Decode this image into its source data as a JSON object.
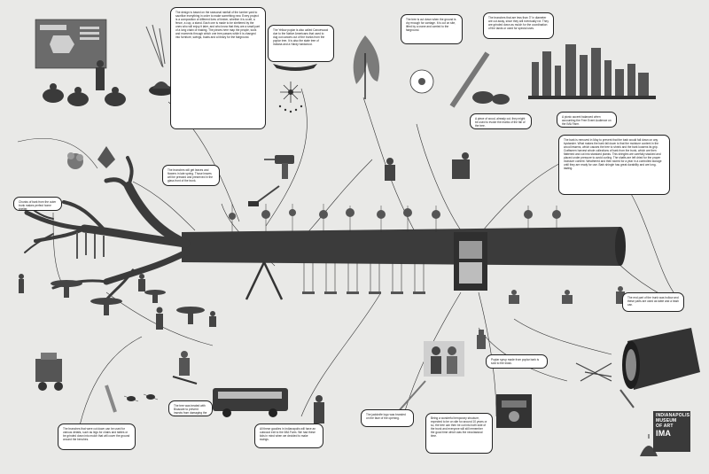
{
  "colors": {
    "background": "#e9e9e7",
    "ink": "#222222",
    "connector": "#333333",
    "tree": "#3b3b3b",
    "note_fill": "#ffffff"
  },
  "notes": [
    {
      "id": "n1",
      "text": "The design is based on the seasonal rainfall of the lumber yard to sacrifice everything in order to make something new. Every project is a composition of different lives of timber, whether it is a raft, a fence, a cup, a stand. Each one is made to be sheltered by the ones who will enjoy it later, and who know that they are a small part of a long chain of making. The pieces here map the people, tools and moments through which one tree passes while it is changed into furniture, swings, boats and a library for the fairground."
    },
    {
      "id": "n2",
      "text": "The Yellow poplar is also called Canoewood due to the Native Americans that used to dug out canoes out of the trunks from the poplar tree. It is also the state tree of Indiana and a Hardy hardwood."
    },
    {
      "id": "n3",
      "text": "The tree is cut down when the ground is dry enough for carriage. It is cut on site, lifted by a crane and carried to the fairground."
    },
    {
      "id": "n4",
      "text": "The branches that are less than 3\" in diameter are cut away, since they will eventually rot. They are grinded down as mulch for the coordination of the lands or used for special uses."
    },
    {
      "id": "n5",
      "text": "A piece of wood, already cut, they might be used to evoke the marks of the fall of the tree."
    },
    {
      "id": "n6",
      "text": "A picnic accent balanced when accounting the Free Event Audience on the IMA Farm."
    },
    {
      "id": "n7",
      "text": "The bark is removed in May to prevent that the bark would fall down on any bystander. What makes the bark fall down is that the moisture content in the wood lessens, which causes the tree to shrink and the bark loosens its grip. Craftsmen harvest whole collections of bark from the trunk, which are then flattened and cut into standard planks. This shingles are carefully stacked and placed under pressure to avoid curling. The shafts are left dried for the proper moisture content. Weathered and then stored for a year in a controlled storage until they are ready for use. Bark shingle has great durability and are long-lasting."
    },
    {
      "id": "n8",
      "text": "The branches will get leaves and flowers in late spring. Those leaves will be pressed and preserved in the glass front of the trunk."
    },
    {
      "id": "n9",
      "text": "Chunks of bark from the outer trunk makes perfect home shelter."
    },
    {
      "id": "n10",
      "text": "The end part of the trunk was hollow and these parts are used as table and a trash can."
    },
    {
      "id": "n11",
      "text": "Poplar syrup made from poplar bark is sold to the kiosk."
    },
    {
      "id": "n12",
      "text": "The tree was treated with Bioacare to prevent insects from damaging the tree."
    },
    {
      "id": "n13",
      "text": "The branches that were cut down can be used for various details, such as legs for chairs and tables or be grinded down into mulch that will cover the ground around the benches."
    },
    {
      "id": "n14",
      "text": "All these goodies in Indianapolis will have an outwood exit to the IMA Farm. We had these kids in mind when we decided to make swings."
    },
    {
      "id": "n15",
      "text": "The jackknife logo was branded on the face of the opening."
    },
    {
      "id": "n16",
      "text": "Being a wonderful temporary structure, expected to be on site for around 10 years or so, the tree can then be cut into both side of the trunk and everyone will still remember the good time which was the neoclassical time."
    }
  ],
  "logo": {
    "lines": [
      "INDIANAPOLIS",
      "MUSEUM",
      "OF ART",
      "IMA"
    ]
  }
}
